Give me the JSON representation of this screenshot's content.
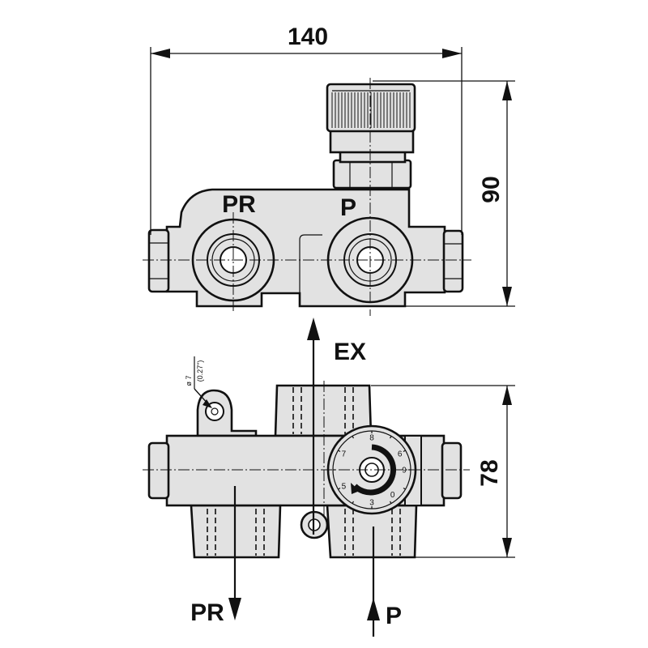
{
  "dimensions": {
    "width": "140",
    "height_top": "90",
    "height_bottom": "78"
  },
  "labels": {
    "pr_top": "PR",
    "p_top": "P",
    "ex": "EX",
    "pr_bottom": "PR",
    "p_bottom": "P"
  },
  "hole": {
    "diameter": "ø 7",
    "inch": "(0.27\")"
  },
  "dial_numbers": [
    "8",
    "6",
    "7",
    "9",
    "5",
    "3",
    "0"
  ]
}
